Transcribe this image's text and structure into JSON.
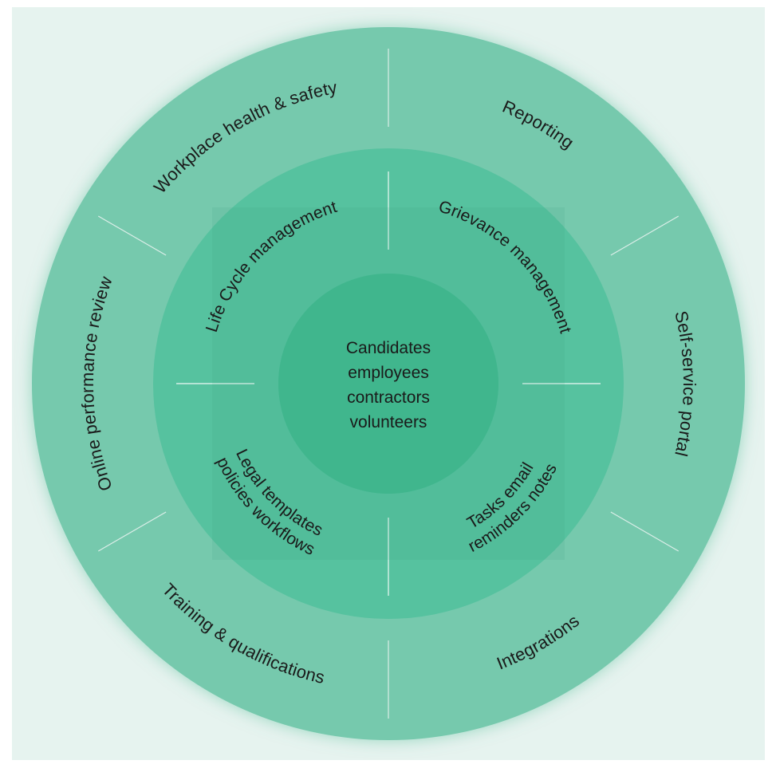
{
  "colors": {
    "outer_ring": "#7fcfb4",
    "middle_ring": "#56c29f",
    "center": "#3fb68d",
    "divider": "#ffffff",
    "text": "#1a1a1a"
  },
  "center": {
    "lines": [
      "Candidates",
      "employees",
      "contractors",
      "volunteers"
    ]
  },
  "outer_ring": [
    {
      "label": "Workplace health & safety"
    },
    {
      "label": "Reporting"
    },
    {
      "label": "Self-service portal"
    },
    {
      "label": "Integrations"
    },
    {
      "label": "Training & qualifications"
    },
    {
      "label": "Online performance review"
    }
  ],
  "middle_ring": [
    {
      "lines": [
        "Life Cycle management"
      ]
    },
    {
      "lines": [
        "Grievance management"
      ]
    },
    {
      "lines": [
        "Tasks email",
        "reminders notes"
      ]
    },
    {
      "lines": [
        "Legal templates",
        "policies workflows"
      ]
    }
  ]
}
